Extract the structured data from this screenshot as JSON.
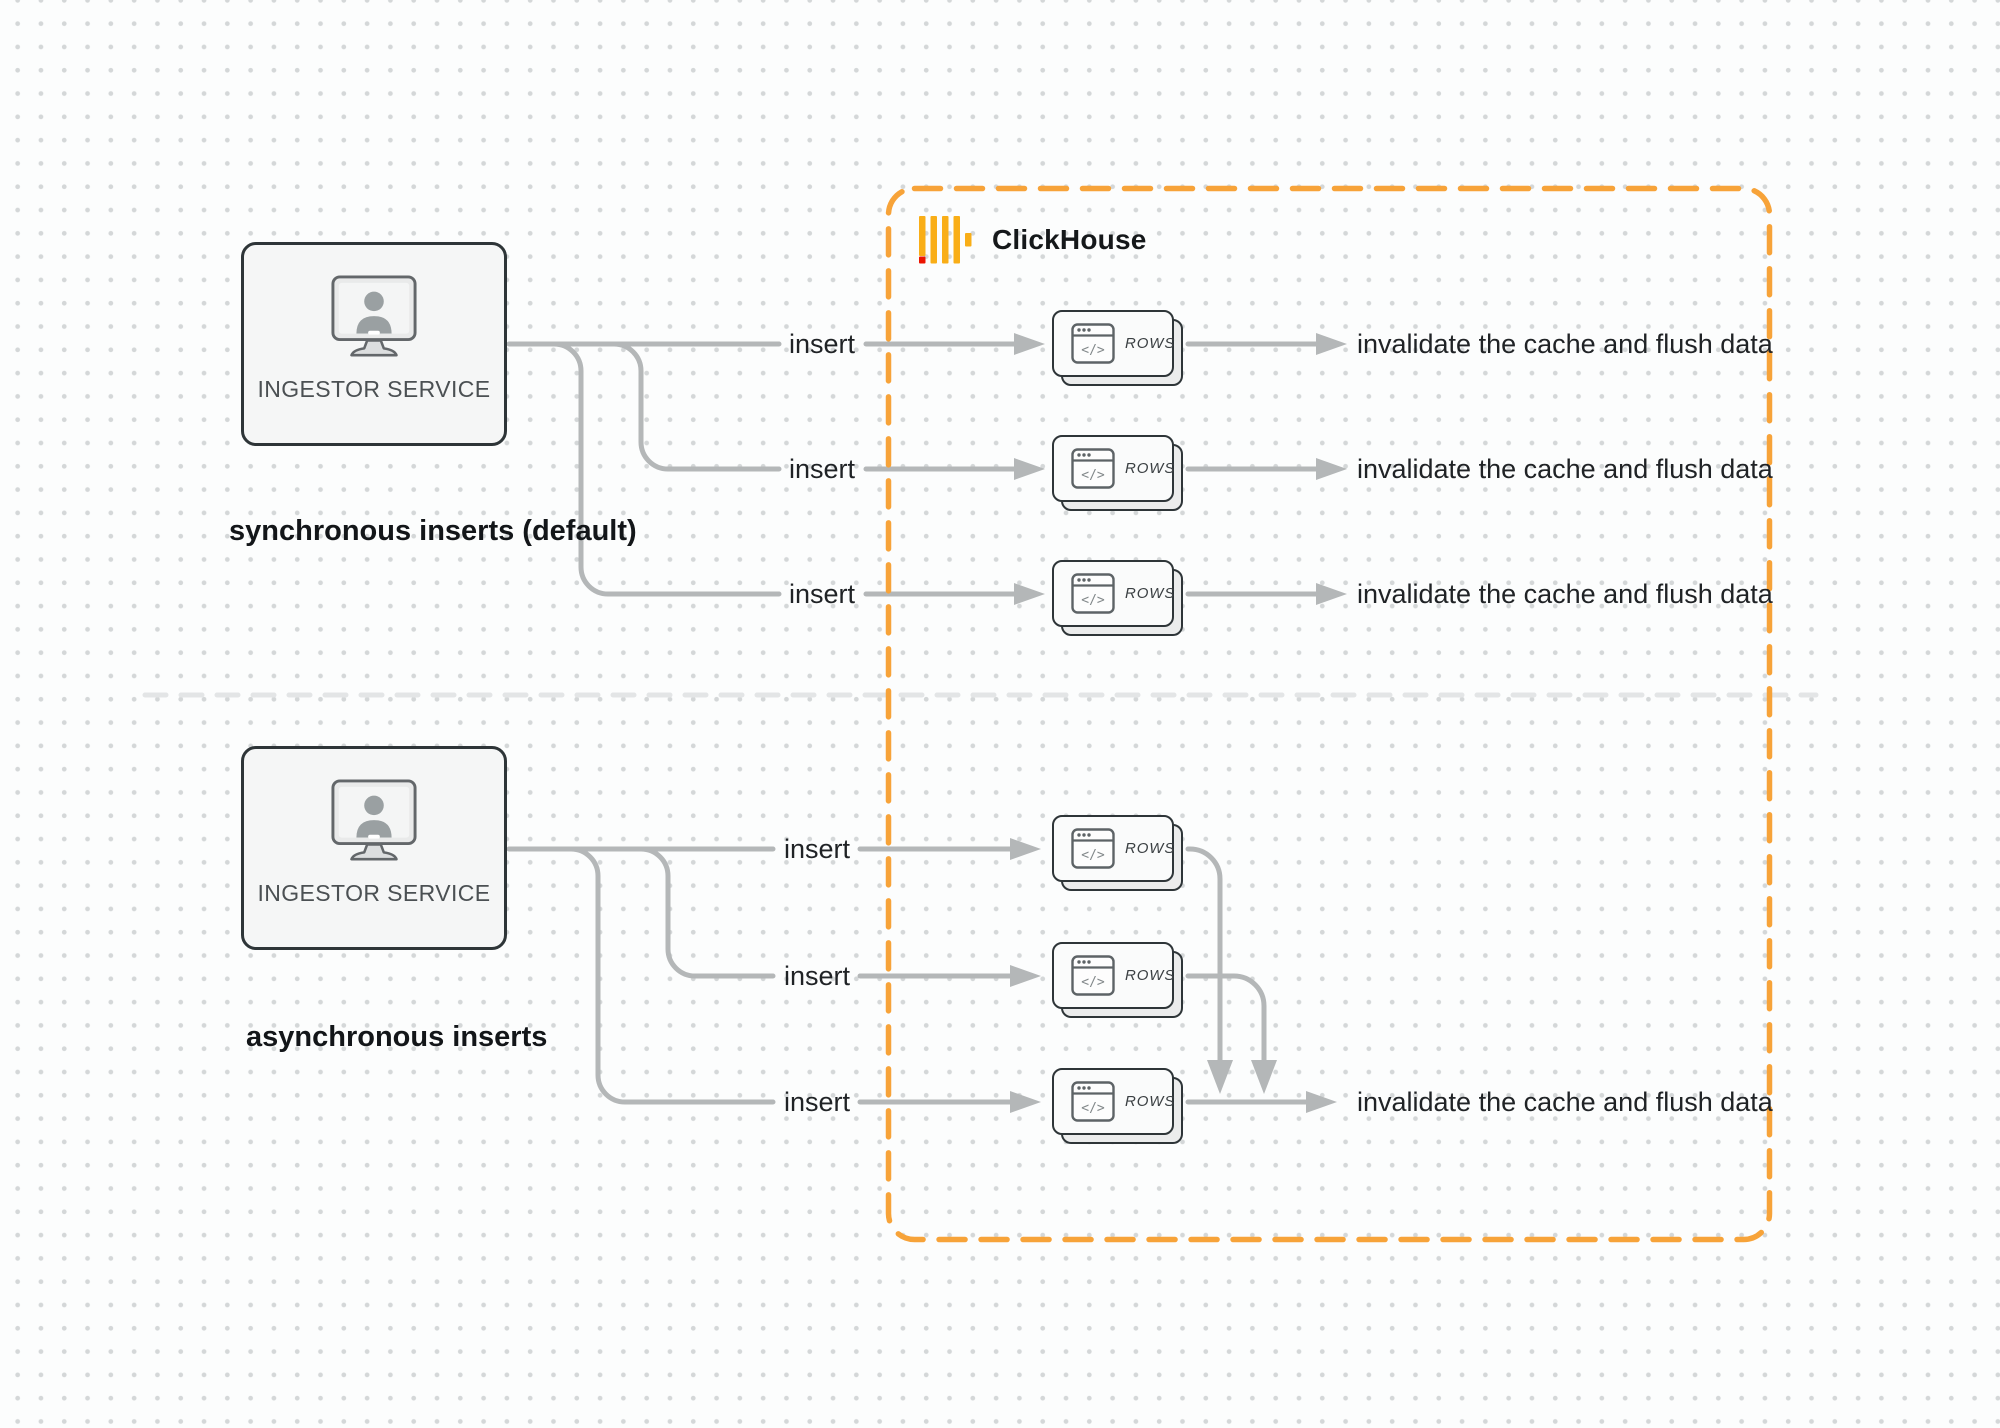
{
  "colors": {
    "accent_orange": "#F7A339",
    "logo_yellow": "#F9AE17",
    "logo_red": "#EC1400",
    "connector_gray": "#b4b7b8",
    "box_border": "#2e3538",
    "box_fill": "#f5f6f6",
    "divider_gray": "#e3e5e6",
    "text_dark": "#202326"
  },
  "icons": {
    "code_glyph": "</>"
  },
  "clickhouse": {
    "label": "ClickHouse"
  },
  "sync": {
    "ingestor": {
      "label": "INGESTOR SERVICE"
    },
    "caption": "synchronous inserts (default)",
    "flows": [
      {
        "insert": "insert",
        "rows": "ROWS",
        "result": "invalidate the cache and flush data"
      },
      {
        "insert": "insert",
        "rows": "ROWS",
        "result": "invalidate the cache and flush data"
      },
      {
        "insert": "insert",
        "rows": "ROWS",
        "result": "invalidate the cache and flush data"
      }
    ]
  },
  "async": {
    "ingestor": {
      "label": "INGESTOR SERVICE"
    },
    "caption": "asynchronous inserts",
    "flows": [
      {
        "insert": "insert",
        "rows": "ROWS"
      },
      {
        "insert": "insert",
        "rows": "ROWS"
      },
      {
        "insert": "insert",
        "rows": "ROWS",
        "result": "invalidate the cache and flush data"
      }
    ]
  }
}
